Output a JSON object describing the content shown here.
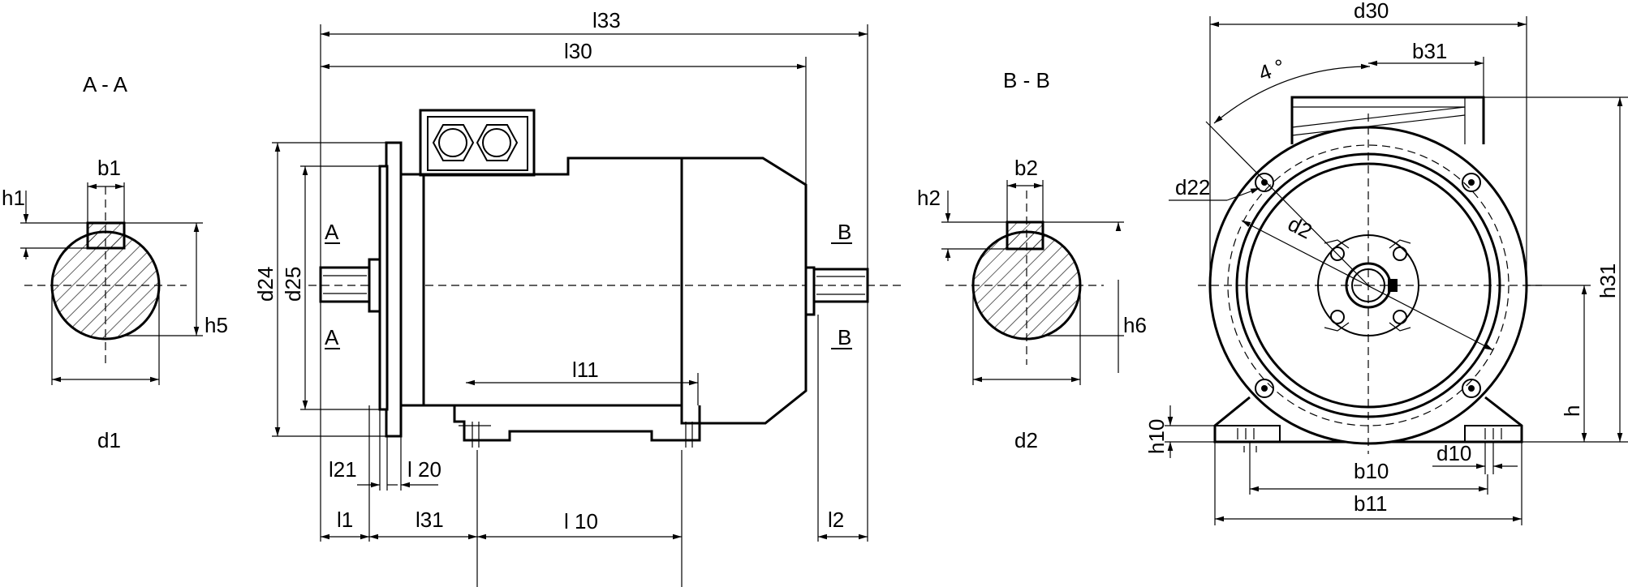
{
  "sections": {
    "a": "A - A",
    "b": "B - B"
  },
  "section_marks": {
    "a_top": "A",
    "a_bottom": "A",
    "b_top": "B",
    "b_bottom": "B"
  },
  "dims": {
    "l33": "l33",
    "l30": "l30",
    "l11": "l11",
    "l21": "l21",
    "l20": "l 20",
    "l1": "l1",
    "l31": "l31",
    "l10": "l 10",
    "l2": "l2",
    "d24": "d24",
    "d25": "d25",
    "b1": "b1",
    "h1": "h1",
    "h5": "h5",
    "d1": "d1",
    "b2": "b2",
    "h2": "h2",
    "h6": "h6",
    "d2_section": "d2",
    "d30": "d30",
    "b31": "b31",
    "angle": "4 °",
    "d22": "d22",
    "d2_flange": "d2",
    "h31": "h31",
    "h": "h",
    "h10": "h10",
    "d10": "d10",
    "b10": "b10",
    "b11": "b11"
  }
}
